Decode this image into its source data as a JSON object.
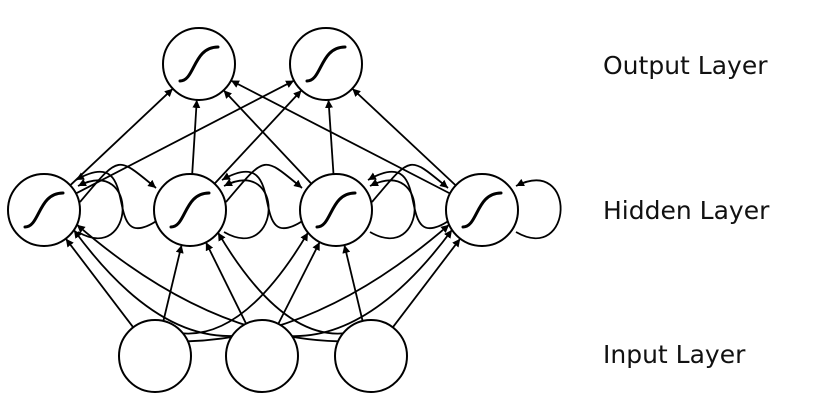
{
  "diagram": {
    "labels": {
      "output": "Output Layer",
      "hidden": "Hidden Layer",
      "input": "Input Layer"
    },
    "layers": {
      "input_count": 3,
      "hidden_count": 4,
      "output_count": 2
    },
    "hidden_activation_icon": "sigmoid-icon",
    "output_activation_icon": "sigmoid-icon",
    "recurrent_self_loops": true,
    "colors": {
      "stroke": "#000000",
      "fill": "#ffffff",
      "text": "#111111"
    }
  }
}
